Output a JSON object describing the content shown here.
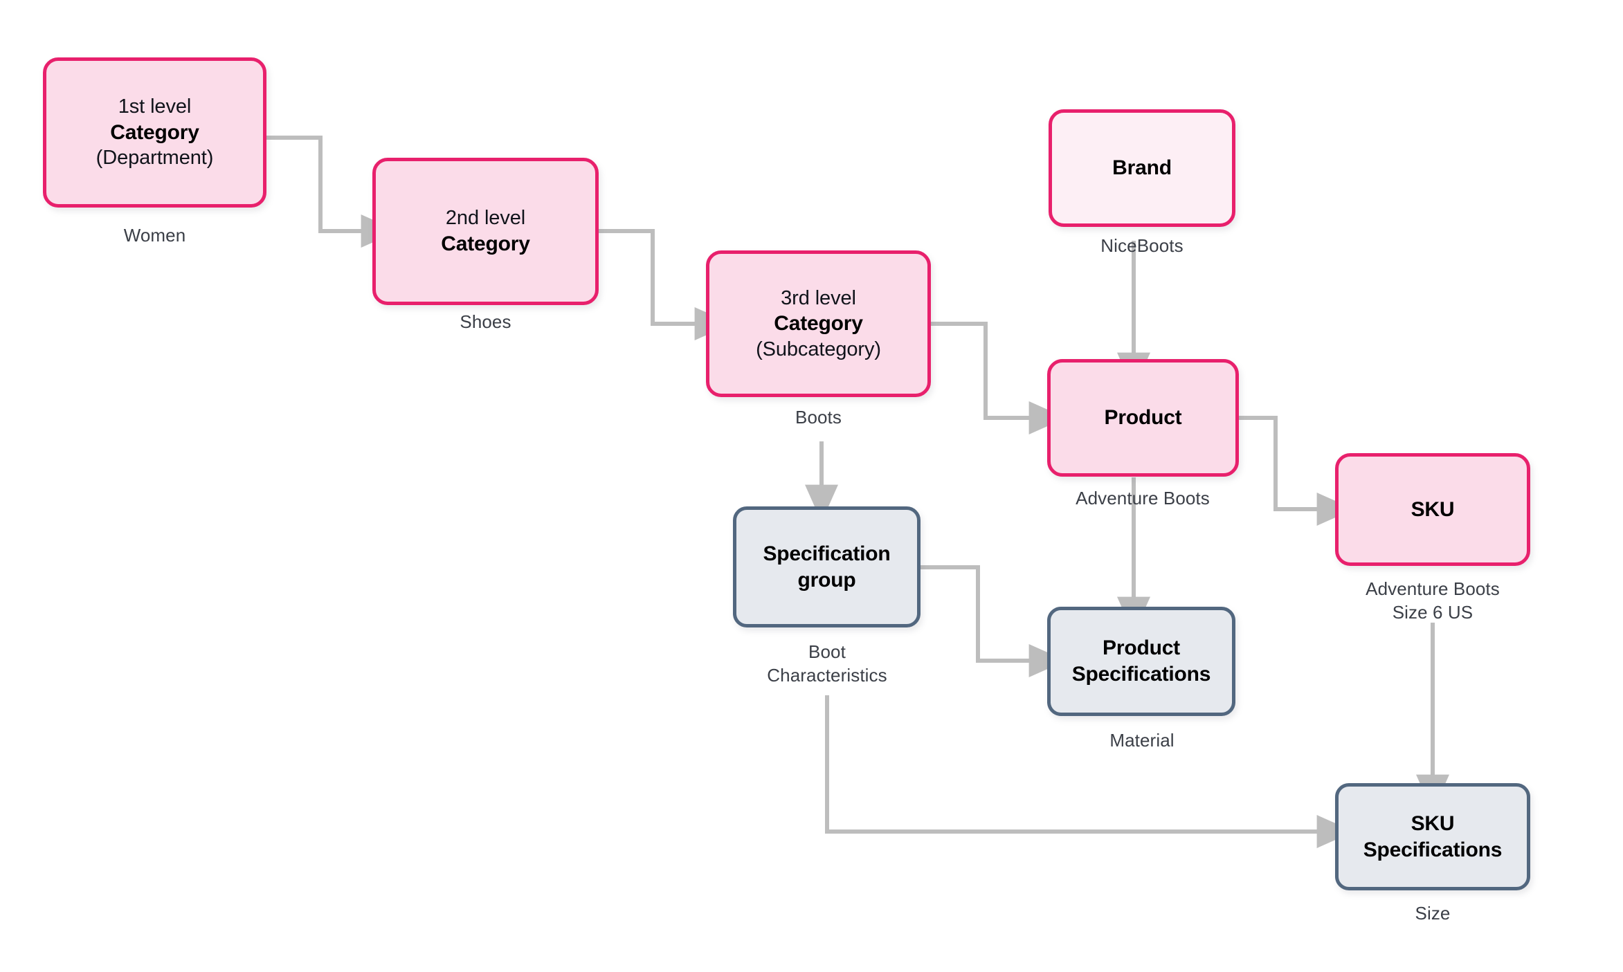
{
  "diagram": {
    "title": "Product catalog data model",
    "colors": {
      "pink_border": "#e8206c",
      "pink_fill": "#fbdce9",
      "pink_fill_light": "#fdeff5",
      "slate_border": "#52677f",
      "slate_fill": "#e6e9ee",
      "connector": "#bdbdbd",
      "caption_text": "#3b3f47",
      "node_text": "#10131a",
      "background": "#ffffff"
    },
    "nodes": [
      {
        "id": "category-1",
        "lines": [
          {
            "text": "1st level",
            "weight": "regular"
          },
          {
            "text": "Category",
            "weight": "bold"
          },
          {
            "text": "(Department)",
            "weight": "regular"
          }
        ],
        "caption": "Women",
        "style": "pink"
      },
      {
        "id": "category-2",
        "lines": [
          {
            "text": "2nd level",
            "weight": "regular"
          },
          {
            "text": "Category",
            "weight": "bold"
          }
        ],
        "caption": "Shoes",
        "style": "pink"
      },
      {
        "id": "category-3",
        "lines": [
          {
            "text": "3rd level",
            "weight": "regular"
          },
          {
            "text": "Category",
            "weight": "bold"
          },
          {
            "text": "(Subcategory)",
            "weight": "regular"
          }
        ],
        "caption": "Boots",
        "style": "pink"
      },
      {
        "id": "brand",
        "lines": [
          {
            "text": "Brand",
            "weight": "bold"
          }
        ],
        "caption": "NiceBoots",
        "style": "pink-light"
      },
      {
        "id": "product",
        "lines": [
          {
            "text": "Product",
            "weight": "bold"
          }
        ],
        "caption": "Adventure Boots",
        "style": "pink"
      },
      {
        "id": "sku",
        "lines": [
          {
            "text": "SKU",
            "weight": "bold"
          }
        ],
        "caption": "Adventure Boots\nSize 6 US",
        "style": "pink"
      },
      {
        "id": "specification-group",
        "lines": [
          {
            "text": "Specification",
            "weight": "bold"
          },
          {
            "text": "group",
            "weight": "bold"
          }
        ],
        "caption": "Boot\nCharacteristics",
        "style": "slate"
      },
      {
        "id": "product-specifications",
        "lines": [
          {
            "text": "Product",
            "weight": "bold"
          },
          {
            "text": "Specifications",
            "weight": "bold"
          }
        ],
        "caption": "Material",
        "style": "slate"
      },
      {
        "id": "sku-specifications",
        "lines": [
          {
            "text": "SKU",
            "weight": "bold"
          },
          {
            "text": "Specifications",
            "weight": "bold"
          }
        ],
        "caption": "Size",
        "style": "slate"
      }
    ],
    "edges": [
      {
        "id": "edge-category1-to-category2",
        "from": "category-1",
        "to": "category-2"
      },
      {
        "id": "edge-category2-to-category3",
        "from": "category-2",
        "to": "category-3"
      },
      {
        "id": "edge-category3-to-product",
        "from": "category-3",
        "to": "product"
      },
      {
        "id": "edge-category3-to-specification-group",
        "from": "category-3",
        "to": "specification-group"
      },
      {
        "id": "edge-brand-to-product",
        "from": "brand",
        "to": "product"
      },
      {
        "id": "edge-product-to-sku",
        "from": "product",
        "to": "sku"
      },
      {
        "id": "edge-product-to-product-specifications",
        "from": "product",
        "to": "product-specifications"
      },
      {
        "id": "edge-specification-group-to-product-specifications",
        "from": "specification-group",
        "to": "product-specifications"
      },
      {
        "id": "edge-specification-group-to-sku-specifications",
        "from": "specification-group",
        "to": "sku-specifications"
      },
      {
        "id": "edge-sku-to-sku-specifications",
        "from": "sku",
        "to": "sku-specifications"
      }
    ]
  },
  "n": {
    "c1": {
      "l0": "1st level",
      "l1": "Category",
      "l2": "(Department)",
      "cap": "Women"
    },
    "c2": {
      "l0": "2nd level",
      "l1": "Category",
      "cap": "Shoes"
    },
    "c3": {
      "l0": "3rd level",
      "l1": "Category",
      "l2": "(Subcategory)",
      "cap": "Boots"
    },
    "brand": {
      "l0": "Brand",
      "cap": "NiceBoots"
    },
    "product": {
      "l0": "Product",
      "cap": "Adventure Boots"
    },
    "sku": {
      "l0": "SKU",
      "cap": "Adventure Boots\nSize 6 US"
    },
    "specgroup": {
      "l0": "Specification",
      "l1": "group",
      "cap": "Boot\nCharacteristics"
    },
    "prodspec": {
      "l0": "Product",
      "l1": "Specifications",
      "cap": "Material"
    },
    "skuspec": {
      "l0": "SKU",
      "l1": "Specifications",
      "cap": "Size"
    }
  }
}
